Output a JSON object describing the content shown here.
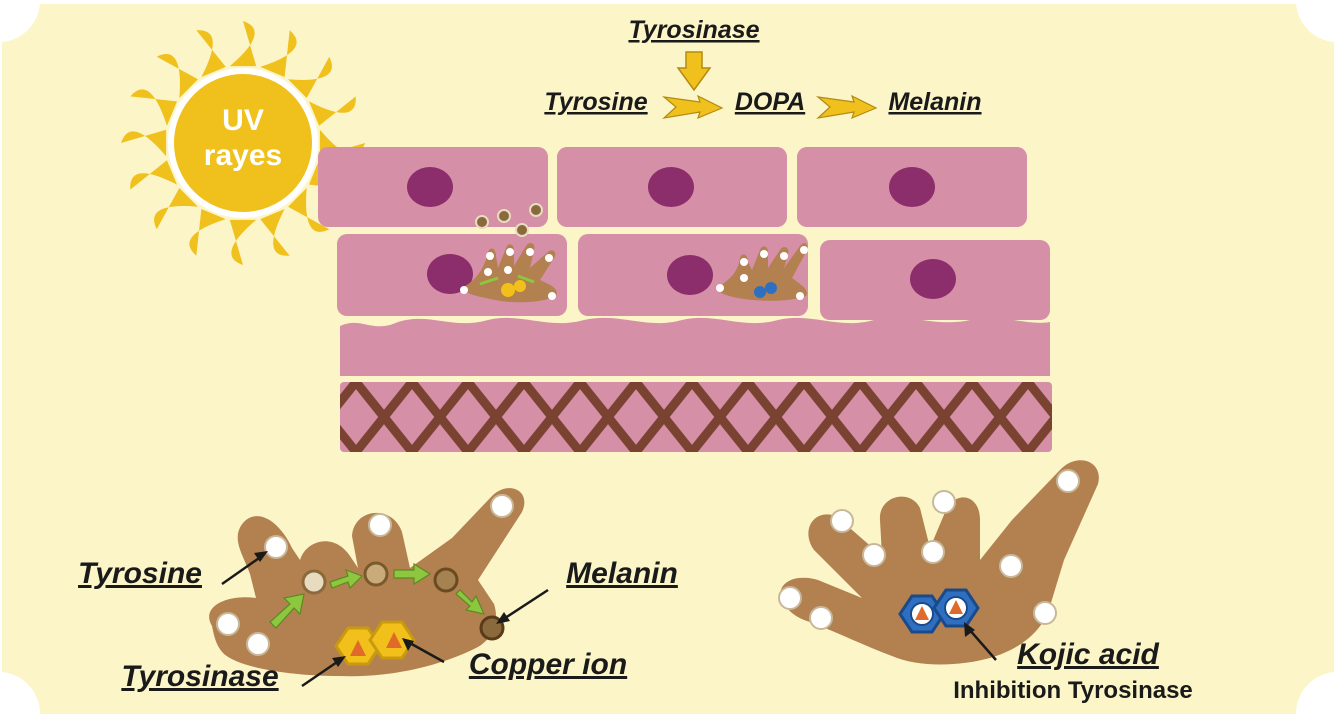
{
  "sun": {
    "line1": "UV",
    "line2": "rayes"
  },
  "pathway": {
    "enzyme": "Tyrosinase",
    "steps": [
      "Tyrosine",
      "DOPA",
      "Melanin"
    ]
  },
  "left_cell_labels": {
    "tyrosine": "Tyrosine",
    "melanin": "Melanin",
    "tyrosinase": "Tyrosinase",
    "copper": "Copper ion"
  },
  "right_cell_labels": {
    "kojic": "Kojic acid",
    "inhibition": "Inhibition Tyrosinase"
  },
  "colors": {
    "background": "#fbf5c8",
    "sun": "#f0c01d",
    "keratinocyte": "#d58fa6",
    "nucleus": "#8b2e6b",
    "melanocyte": "#b3804f",
    "dermis_mesh": "#7a4331",
    "tyrosinase": "#f2c01a",
    "kojic": "#2f6fc1",
    "arrow_green": "#8dc63f"
  }
}
